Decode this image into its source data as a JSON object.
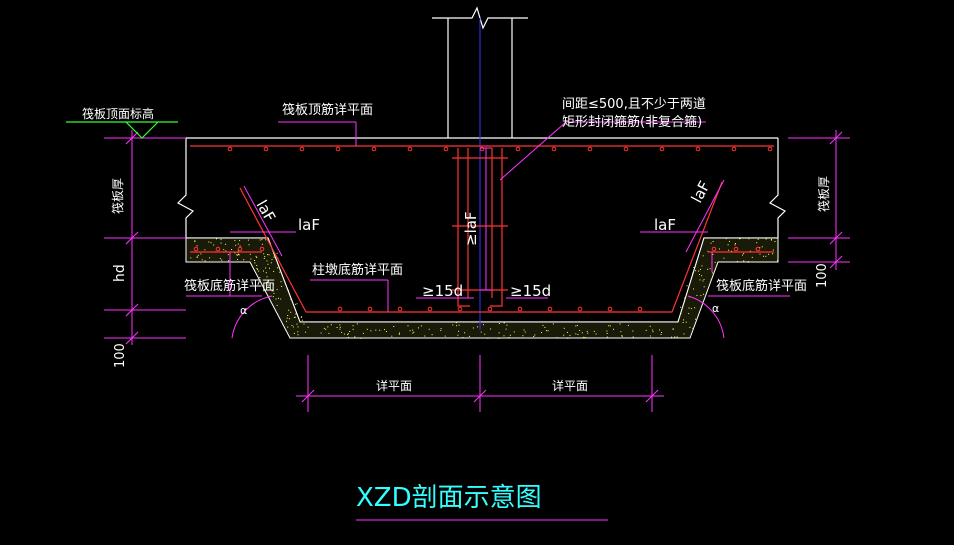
{
  "title": "XZD剖面示意图",
  "labels": {
    "raft_top_elevation": "筏板顶面标高",
    "raft_top_rebar": "筏板顶筋详平面",
    "stirrup_note_1": "间距≤500,且不少于两道",
    "stirrup_note_2": "矩形封闭箍筋(非复合箍)",
    "raft_thickness_left": "筏板厚",
    "raft_thickness_right": "筏板厚",
    "hd": "hd",
    "dim_100_left": "100",
    "dim_100_right": "100",
    "laf_diag_left": "laF",
    "laf_horiz_left": "laF",
    "laf_horiz_right": "laF",
    "laf_diag_right": "laF",
    "laf_column": "≥laF",
    "pier_bottom_rebar": "柱墩底筋详平面",
    "raft_bottom_rebar_left": "筏板底筋详平面",
    "raft_bottom_rebar_right": "筏板底筋详平面",
    "ge15d_left": "≥15d",
    "ge15d_right": "≥15d",
    "angle_left": "α",
    "angle_right": "α",
    "detail_plan_left": "详平面",
    "detail_plan_right": "详平面"
  },
  "colors": {
    "background": "#000000",
    "concrete_outline": "#ffffff",
    "rebar": "#ff3333",
    "dimension": "#ff33ff",
    "text": "#ffffff",
    "title": "#33ffff",
    "elevation_line": "#33ff33",
    "hatch": "#ffff66",
    "axis": "#3333ff"
  }
}
